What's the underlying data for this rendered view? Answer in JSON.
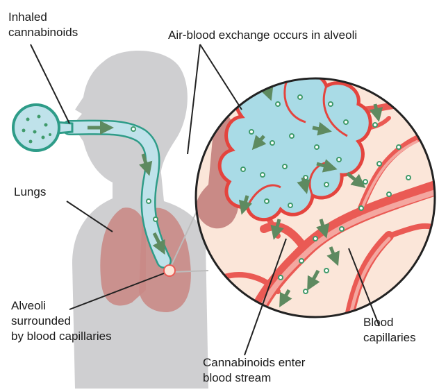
{
  "labels": {
    "inhaled": [
      "Inhaled",
      "cannabinoids"
    ],
    "exchange": [
      "Air-blood exchange occurs in alveoli"
    ],
    "lungs": [
      "Lungs"
    ],
    "alveoli": [
      "Alveoli",
      "surrounded",
      "by blood capillaries"
    ],
    "capillaries": [
      "Blood",
      "capillaries"
    ],
    "enter": [
      "Cannabinoids enter",
      "blood stream"
    ]
  },
  "colors": {
    "silhouette": "#cfcfd1",
    "airway_fill": "#bfe2ea",
    "airway_stroke": "#2e9c88",
    "lung": "#c98a86",
    "circle_bg": "#fbe6d9",
    "vessel": "#ea5a54",
    "vessel_light": "#f4a7a0",
    "alveoli_fill": "#a9dbe6",
    "alveoli_edge": "#e4443e",
    "particle": "#3f9a6a",
    "arrow": "#5e8a60",
    "leader": "#222222"
  }
}
